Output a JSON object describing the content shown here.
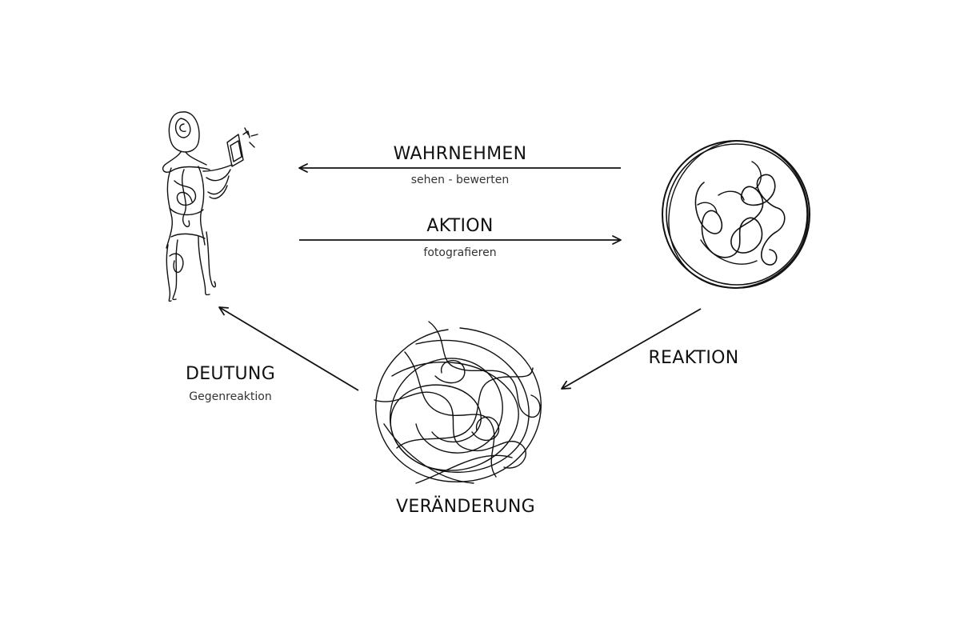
{
  "diagram": {
    "ink_color": "#111111",
    "background": "#ffffff",
    "labels": {
      "wahrnehmen": {
        "title": "WAHRNEHMEN",
        "subtitle": "sehen - bewerten"
      },
      "aktion": {
        "title": "AKTION",
        "subtitle": "fotografieren"
      },
      "reaktion": {
        "title": "REAKTION"
      },
      "deutung": {
        "title": "DEUTUNG",
        "subtitle": "Gegenreaktion"
      },
      "veraenderung": {
        "title": "VERÄNDERUNG"
      }
    }
  }
}
